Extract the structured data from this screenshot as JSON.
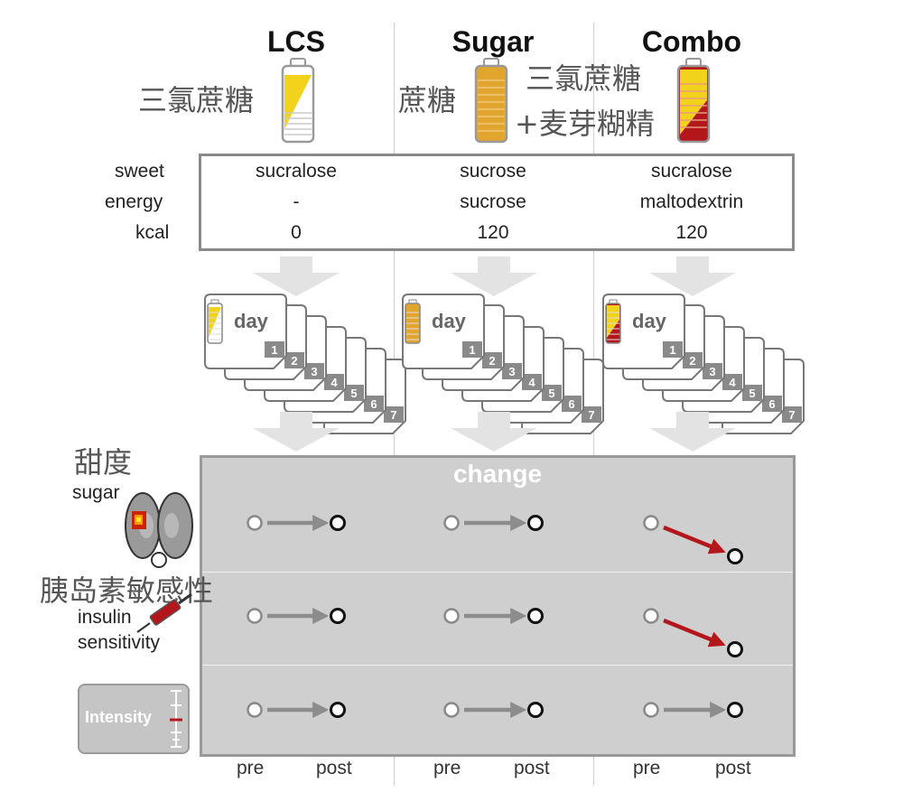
{
  "columns": [
    {
      "title": "LCS",
      "zh_label": "三氯蔗糖",
      "sweet": "sucralose",
      "energy": "-",
      "kcal": "0"
    },
    {
      "title": "Sugar",
      "zh_label": "蔗糖",
      "sweet": "sucrose",
      "energy": "sucrose",
      "kcal": "120"
    },
    {
      "title": "Combo",
      "zh_label_line1": "三氯蔗糖",
      "zh_label_line2": "+麦芽糊精",
      "sweet": "sucralose",
      "energy": "maltodextrin",
      "kcal": "120"
    }
  ],
  "row_labels": {
    "sweet": "sweet",
    "energy": "energy",
    "kcal": "kcal"
  },
  "day_label": "day",
  "day_numbers": [
    "1",
    "2",
    "3",
    "4",
    "5",
    "6",
    "7"
  ],
  "change_title": "change",
  "outcomes": {
    "sugar_zh": "甜度",
    "sugar": "sugar",
    "insulin_zh": "胰岛素敏感性",
    "insulin_line1": "insulin",
    "insulin_line2": "sensitivity",
    "intensity": "Intensity"
  },
  "axis_labels": {
    "pre": "pre",
    "post": "post"
  },
  "colors": {
    "lcs_yellow": "#f2d21b",
    "sugar_orange": "#e2a52e",
    "combo_red": "#b3161b",
    "arrow_gray": "#8c8c8c",
    "arrow_red": "#b3161b",
    "panel_gray": "#cfcfcf"
  },
  "changes": {
    "sugar": [
      "no-change",
      "no-change",
      "decrease"
    ],
    "insulin": [
      "no-change",
      "no-change",
      "decrease"
    ],
    "intensity": [
      "no-change",
      "no-change",
      "no-change"
    ]
  }
}
